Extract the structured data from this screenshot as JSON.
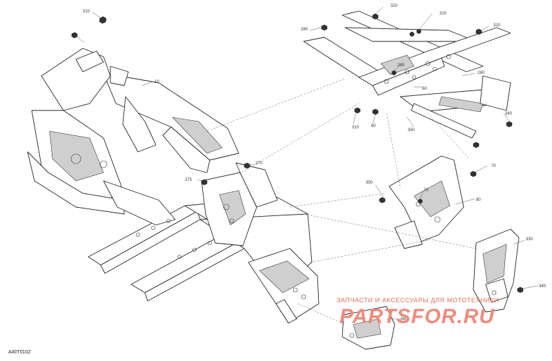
{
  "diagram": {
    "drawing_code": "A40T010Z",
    "callouts": {
      "c10": "10",
      "c60a": "60",
      "c60b": "60",
      "c70a": "70",
      "c70b": "70",
      "c80": "80",
      "c260": "260",
      "c265": "265",
      "c270": "270",
      "c275": "275",
      "c280": "280",
      "c310a": "310",
      "c310b": "310",
      "c310c": "310",
      "c320a": "320",
      "c320b": "320",
      "c330": "330",
      "c340a": "340",
      "c340b": "340",
      "c350a": "350",
      "c350b": "350",
      "c360": "360"
    }
  },
  "watermark": {
    "tagline": "ЗАПЧАСТИ И АКСЕССУАРЫ ДЛЯ МОТОТЕХНИКИ",
    "logo": "PARTSFOR.RU"
  }
}
